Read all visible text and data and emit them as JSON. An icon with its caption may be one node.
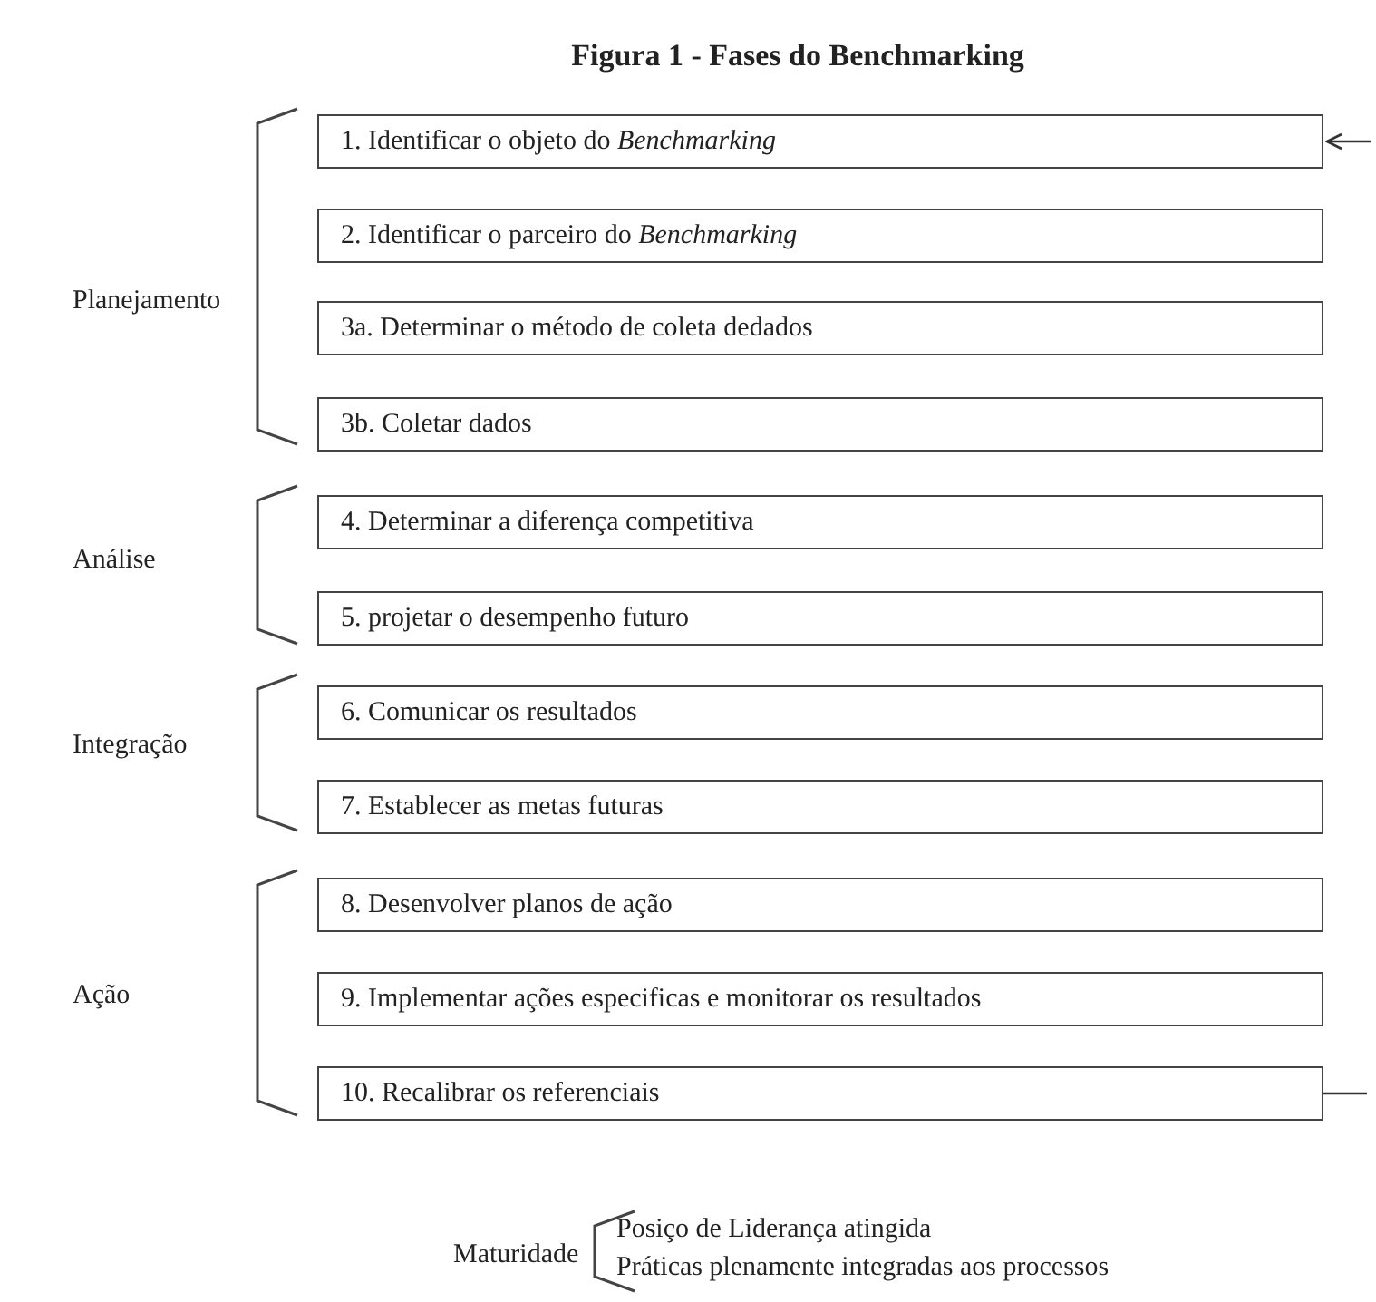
{
  "diagram": {
    "title": "Figura 1 - Fases do Benchmarking",
    "nodes": [
      {
        "text": [
          "1. Identificar o objeto do *Benchmarking*"
        ]
      },
      {
        "text": [
          "2. Identificar o parceiro do *Benchmarking*"
        ]
      },
      {
        "text": [
          "3a. Determinar o método de coleta dedados"
        ]
      },
      {
        "text": [
          "3b. Coletar dados"
        ]
      },
      {
        "text": [
          "4. Determinar a diferença competitiva"
        ]
      },
      {
        "text": [
          "5. projetar o desempenho futuro"
        ]
      },
      {
        "text": [
          "6. Comunicar os resultados"
        ]
      },
      {
        "text": [
          "7. Establecer as metas futuras"
        ]
      },
      {
        "text": [
          "8. Desenvolver planos de ação"
        ]
      },
      {
        "text": [
          "9. Implementar ações especificas e monitorar os resultados"
        ]
      },
      {
        "text": [
          "10. Recalibrar os referenciais"
        ]
      }
    ],
    "edges": [
      {
        "from": null,
        "to": 0,
        "arrow": "to"
      },
      {
        "from": 10,
        "to": null,
        "arrow": "none"
      }
    ],
    "labels": [
      "Planejamento",
      "Análise",
      "Integração",
      "Ação",
      "Maturidade",
      "Posiço de Liderança atingida",
      "Práticas plenamente integradas aos processos"
    ]
  }
}
